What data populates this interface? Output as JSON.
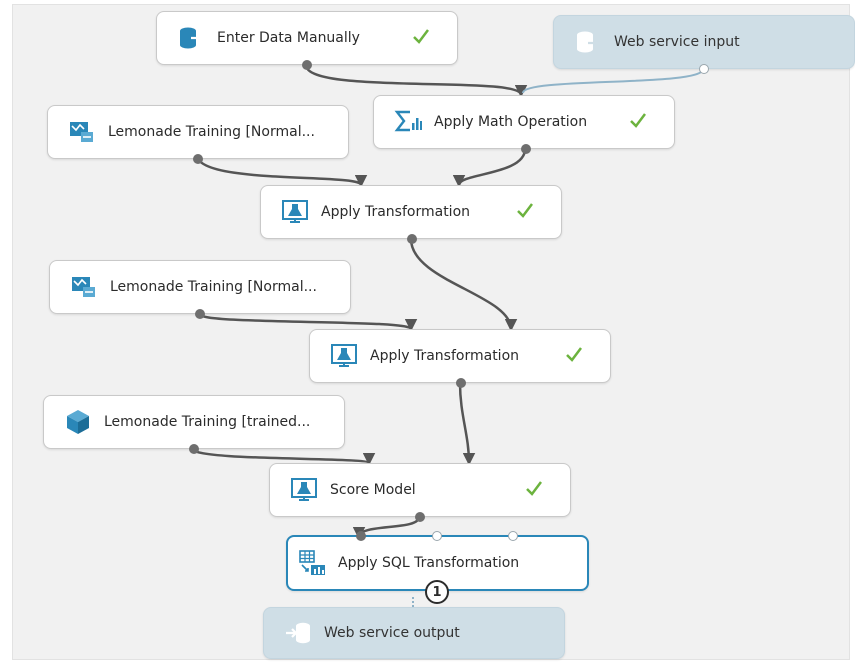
{
  "diagram": {
    "nodes": {
      "enter_data": {
        "label": "Enter Data Manually",
        "icon": "data-input-icon",
        "status": "completed"
      },
      "web_service_input": {
        "label": "Web service input",
        "icon": "web-service-input-icon"
      },
      "lemonade_training_1": {
        "label": "Lemonade Training [Normal...",
        "icon": "transformation-dataset-icon"
      },
      "apply_math": {
        "label": "Apply Math Operation",
        "icon": "math-sigma-icon",
        "status": "completed"
      },
      "apply_transformation_1": {
        "label": "Apply Transformation",
        "icon": "flask-monitor-icon",
        "status": "completed"
      },
      "lemonade_training_2": {
        "label": "Lemonade Training [Normal...",
        "icon": "transformation-dataset-icon"
      },
      "apply_transformation_2": {
        "label": "Apply Transformation",
        "icon": "flask-monitor-icon",
        "status": "completed"
      },
      "lemonade_trained": {
        "label": "Lemonade Training [trained...",
        "icon": "trained-model-cube-icon"
      },
      "score_model": {
        "label": "Score Model",
        "icon": "flask-monitor-icon",
        "status": "completed"
      },
      "apply_sql": {
        "label": "Apply SQL Transformation",
        "icon": "sql-table-icon",
        "badge": "1"
      },
      "web_service_output": {
        "label": "Web service output",
        "icon": "web-service-output-icon"
      }
    },
    "connections": [
      [
        "enter_data",
        "apply_math"
      ],
      [
        "web_service_input",
        "apply_math"
      ],
      [
        "lemonade_training_1",
        "apply_transformation_1"
      ],
      [
        "apply_math",
        "apply_transformation_1"
      ],
      [
        "lemonade_training_2",
        "apply_transformation_2"
      ],
      [
        "apply_transformation_1",
        "apply_transformation_2"
      ],
      [
        "lemonade_trained",
        "score_model"
      ],
      [
        "apply_transformation_2",
        "score_model"
      ],
      [
        "score_model",
        "apply_sql"
      ],
      [
        "apply_sql",
        "web_service_output"
      ]
    ],
    "colors": {
      "canvas": "#f1f1f1",
      "wire": "#555555",
      "web_service_wire": "#8fb3c8",
      "check": "#6cb33e",
      "icon_blue": "#2a87b8",
      "selected_border": "#2a87b8",
      "web_service_fill": "#cfdee6"
    }
  }
}
